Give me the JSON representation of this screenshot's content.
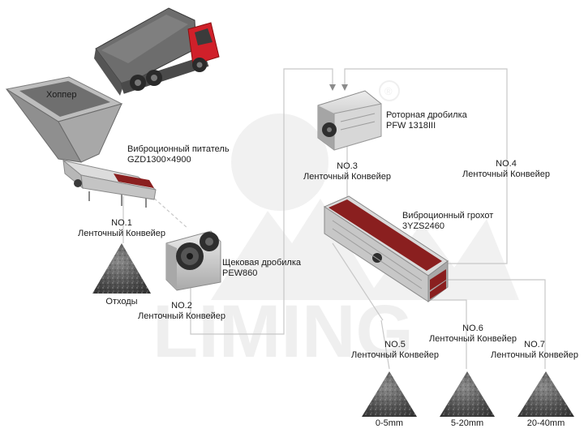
{
  "hopper": {
    "label": "Хоппер"
  },
  "feeder": {
    "name": "Виброционный питатель",
    "model": "GZD1300×4900"
  },
  "conveyor1": {
    "no": "NO.1",
    "name": "Ленточный Конвейер"
  },
  "waste": {
    "label": "Отходы"
  },
  "jaw_crusher": {
    "name": "Щековая дробилка",
    "model": "PEW860"
  },
  "conveyor2": {
    "no": "NO.2",
    "name": "Ленточный Конвейер"
  },
  "impact_crusher": {
    "name": "Роторная дробилка",
    "model": "PFW 1318III"
  },
  "conveyor3": {
    "no": "NO.3",
    "name": "Ленточный Конвейер"
  },
  "conveyor4": {
    "no": "NO.4",
    "name": "Ленточный Конвейер"
  },
  "screen": {
    "name": "Виброционный грохот",
    "model": "3YZS2460"
  },
  "conveyor5": {
    "no": "NO.5",
    "name": "Ленточный Конвейер"
  },
  "conveyor6": {
    "no": "NO.6",
    "name": "Ленточный Конвейер"
  },
  "conveyor7": {
    "no": "NO.7",
    "name": "Ленточный Конвейер"
  },
  "products": [
    {
      "label": "0-5mm"
    },
    {
      "label": "5-20mm"
    },
    {
      "label": "20-40mm"
    }
  ],
  "watermark": {
    "brand": "LIMING",
    "mark": "®"
  },
  "colors": {
    "flow_line": "#c8c8c8",
    "equipment_red": "#8a1f1f",
    "truck_red": "#d0202a",
    "machine_gray": "#c9c9c9"
  }
}
